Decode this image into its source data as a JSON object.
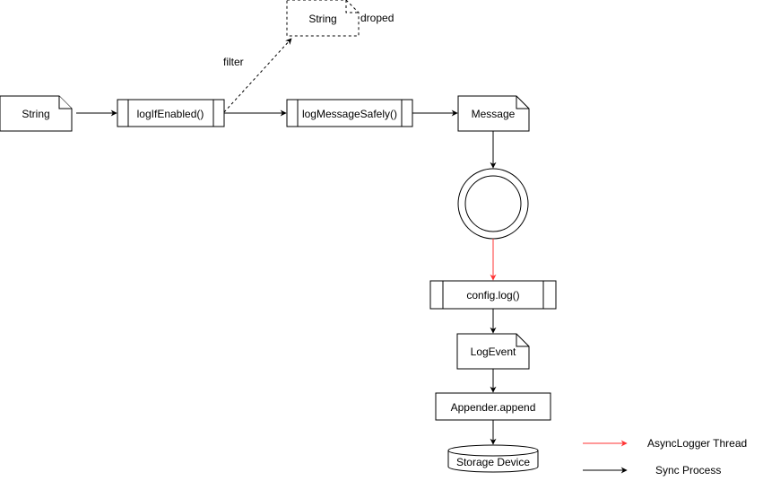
{
  "nodes": {
    "string_input": "String",
    "log_if_enabled": "logIfEnabled()",
    "string_dropped": "String",
    "dropped_label": "droped",
    "filter_label": "filter",
    "log_message_safely": "logMessageSafely()",
    "message": "Message",
    "config_log": "config.log()",
    "log_event": "LogEvent",
    "appender_append": "Appender.append",
    "storage_device": "Storage Device"
  },
  "legend": {
    "async_label": "AsyncLogger Thread",
    "sync_label": "Sync Process",
    "async_color": "#ff3333",
    "sync_color": "#000000"
  }
}
